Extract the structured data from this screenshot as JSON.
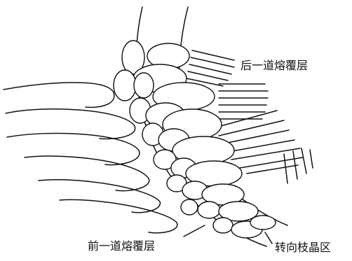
{
  "labels": {
    "back_layer": "后一道熔覆层",
    "front_layer": "前一道熔覆层",
    "turning_zone": "转向枝晶区"
  }
}
